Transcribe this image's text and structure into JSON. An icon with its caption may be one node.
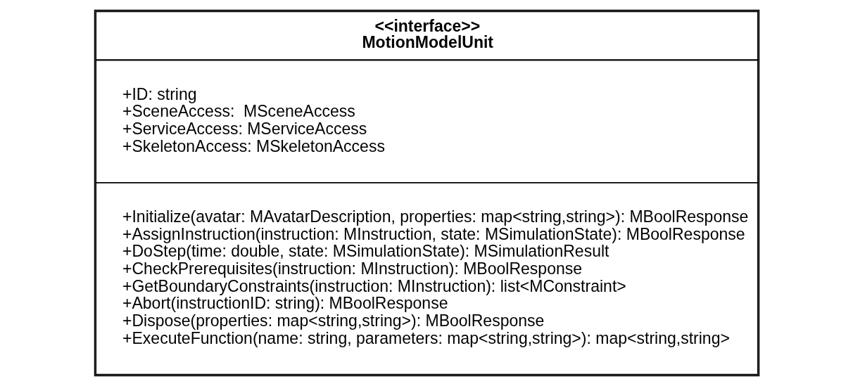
{
  "diagram": {
    "nodes": [
      {
        "text": [
          "<<interface>>",
          "MotionModelUnit",
          "+ID: string",
          "+SceneAccess:  MSceneAccess",
          "+ServiceAccess: MServiceAccess",
          "+SkeletonAccess: MSkeletonAccess",
          "+Initialize(avatar: MAvatarDescription, properties: map<string,string>): MBoolResponse",
          "+AssignInstruction(instruction: MInstruction, state: MSimulationState): MBoolResponse",
          "+DoStep(time: double, state: MSimulationState): MSimulationResult",
          "+CheckPrerequisites(instruction: MInstruction): MBoolResponse",
          "+GetBoundaryConstraints(instruction: MInstruction): list<MConstraint>",
          "+Abort(instructionID: string): MBoolResponse",
          "+Dispose(properties: map<string,string>): MBoolResponse",
          "+ExecuteFunction(name: string, parameters: map<string,string>): map<string,string>"
        ]
      }
    ]
  }
}
